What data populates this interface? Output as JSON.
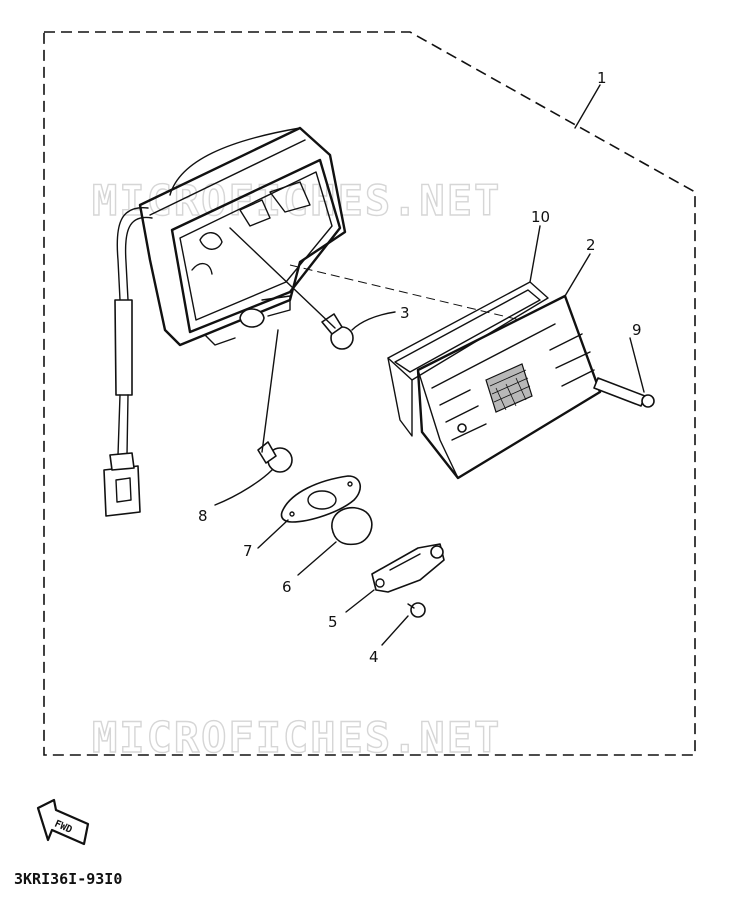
{
  "watermark": {
    "text": "MICROFICHES.NET"
  },
  "callouts": [
    {
      "id": "1",
      "label": "1"
    },
    {
      "id": "2",
      "label": "2"
    },
    {
      "id": "3",
      "label": "3"
    },
    {
      "id": "4",
      "label": "4"
    },
    {
      "id": "5",
      "label": "5"
    },
    {
      "id": "6",
      "label": "6"
    },
    {
      "id": "7",
      "label": "7"
    },
    {
      "id": "8",
      "label": "8"
    },
    {
      "id": "9",
      "label": "9"
    },
    {
      "id": "10",
      "label": "10"
    }
  ],
  "fwd_label": "FWD",
  "part_code": "3KRI36I-93I0"
}
